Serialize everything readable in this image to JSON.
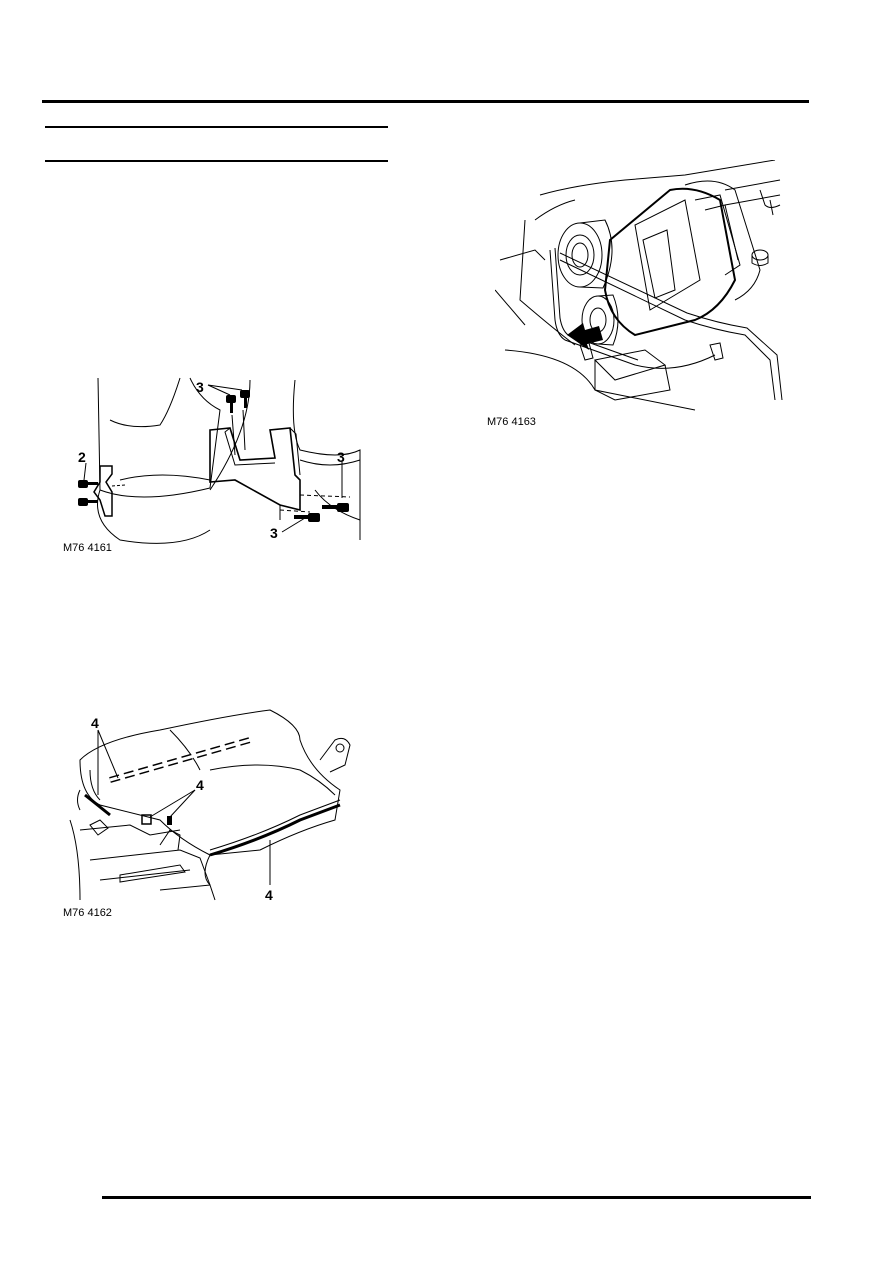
{
  "figures": {
    "fig1": {
      "caption": "M76 4161",
      "callouts": {
        "a": "3",
        "b": "2",
        "c": "3",
        "d": "3"
      }
    },
    "fig2": {
      "caption": "M76 4162",
      "callouts": {
        "a": "4",
        "b": "4",
        "c": "4"
      }
    },
    "fig3": {
      "caption": "M76 4163"
    }
  }
}
